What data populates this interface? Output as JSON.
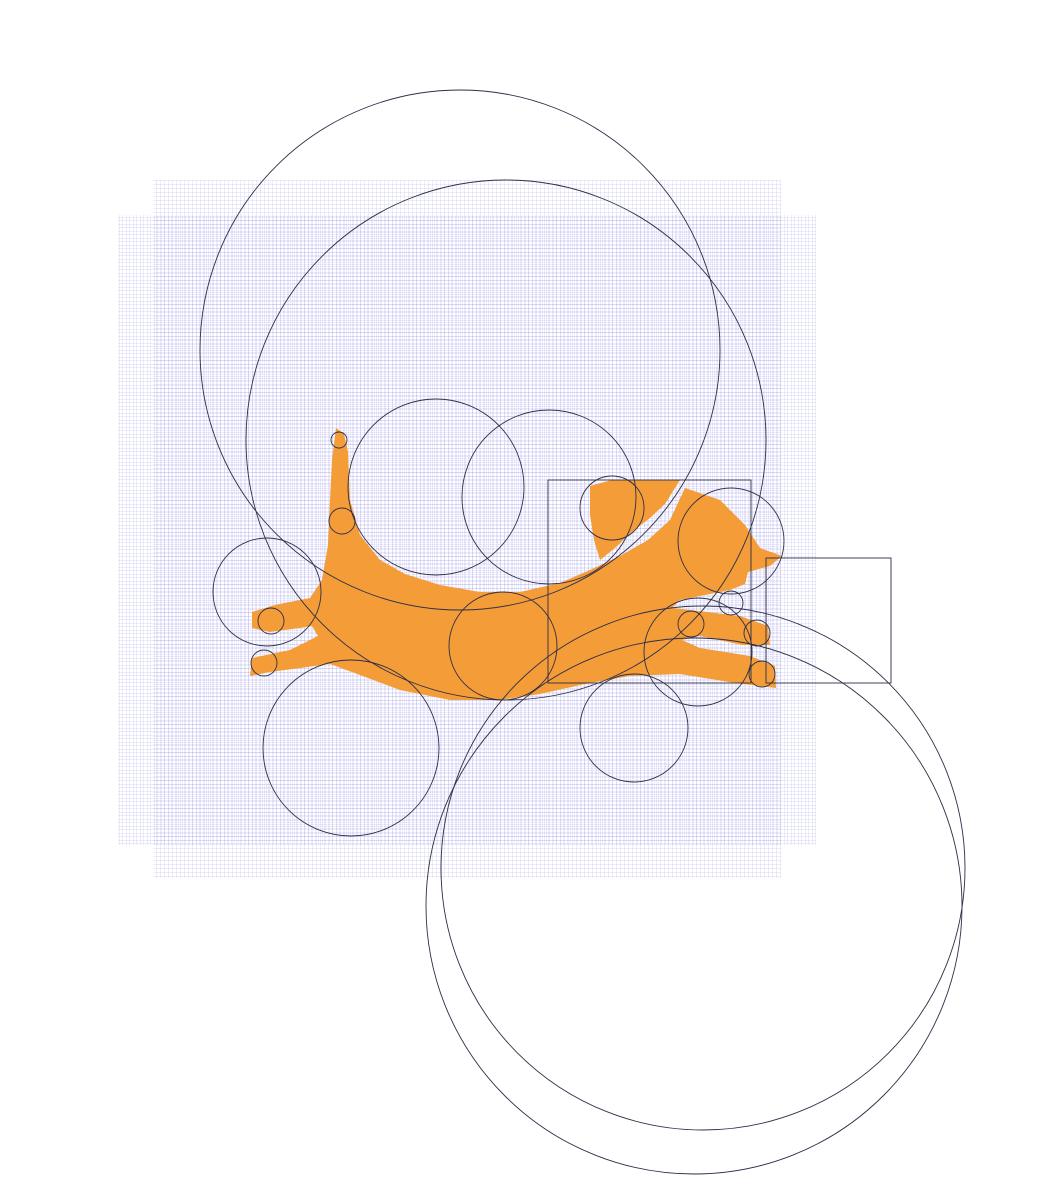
{
  "drawing": {
    "background_color": "#ffffff",
    "grid_color": "#6b63d6",
    "construction_line_color": "#2e2e48",
    "fill_color": "#f39c38",
    "grids": [
      {
        "name": "grid-sheet-inner"
      },
      {
        "name": "grid-sheet-outer"
      }
    ],
    "construction_circles": [
      {
        "name": "large-circle-top-left"
      },
      {
        "name": "large-circle-top-right"
      },
      {
        "name": "circle-mid-left"
      },
      {
        "name": "circle-mid-center"
      },
      {
        "name": "circle-left-ear"
      },
      {
        "name": "circle-lower-left"
      },
      {
        "name": "circle-body-center"
      },
      {
        "name": "circle-lower-right-small"
      },
      {
        "name": "circle-head"
      },
      {
        "name": "circle-leg-joint"
      },
      {
        "name": "large-circle-bottom-a"
      },
      {
        "name": "large-circle-bottom-b"
      },
      {
        "name": "small-circle-tail-tip"
      },
      {
        "name": "small-circle-tail-base"
      },
      {
        "name": "small-circle-front-paw"
      },
      {
        "name": "small-circle-back-paw"
      },
      {
        "name": "small-circle-eye"
      },
      {
        "name": "small-circle-nose"
      },
      {
        "name": "small-circle-knee"
      },
      {
        "name": "small-circle-foot-upper"
      },
      {
        "name": "small-circle-foot-lower"
      },
      {
        "name": "small-circle-hind-toe"
      }
    ],
    "construction_rects": [
      {
        "name": "guide-rect-head"
      },
      {
        "name": "guide-rect-snout"
      }
    ]
  }
}
